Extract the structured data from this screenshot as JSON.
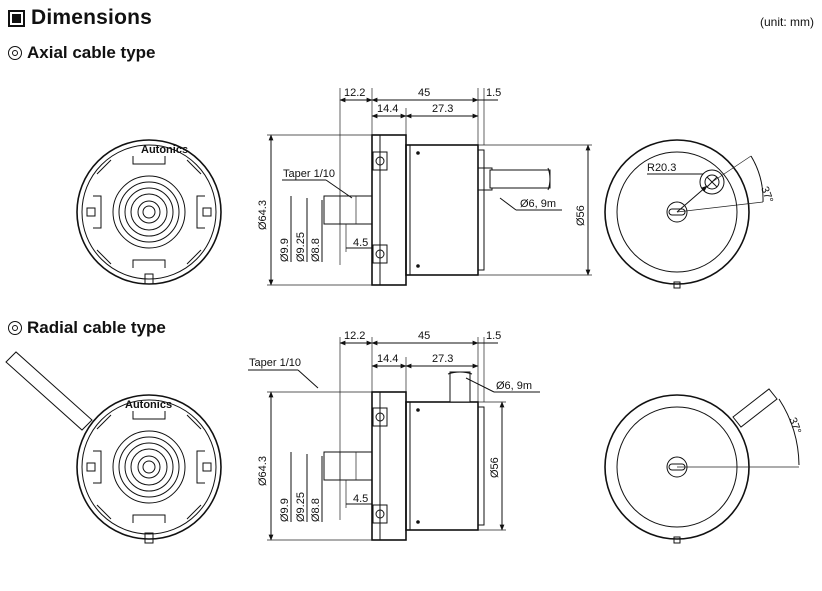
{
  "header": {
    "title": "Dimensions",
    "unit": "(unit: mm)"
  },
  "sections": [
    {
      "title": "Axial cable type"
    },
    {
      "title": "Radial cable type"
    }
  ],
  "brand": "Autonics",
  "dimensions": {
    "flange_depth": "12.2",
    "body_length": "45",
    "cap": "1.5",
    "flange_width": "14.4",
    "housing_length": "27.3",
    "taper": "Taper 1/10",
    "flange_diameter": "Ø64.3",
    "shaft_d1": "Ø9.9",
    "shaft_d2": "Ø9.25",
    "shaft_d3": "Ø8.8",
    "shaft_step": "4.5",
    "cable": "Ø6, 9m",
    "body_diameter": "Ø56",
    "radius": "R20.3",
    "angle": "37°"
  }
}
